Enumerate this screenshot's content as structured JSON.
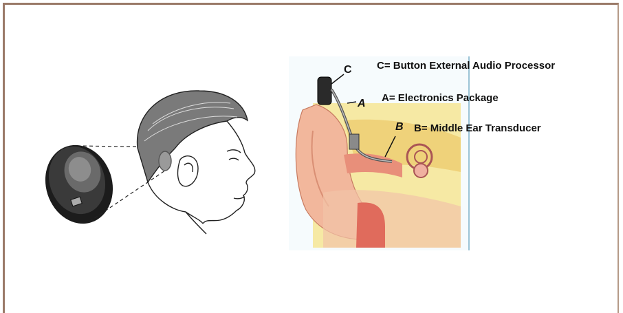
{
  "labels": {
    "c_letter": "C",
    "a_letter": "A",
    "b_letter": "B",
    "c_text": "C= Button External Audio Processor",
    "a_text": "A= Electronics Package",
    "b_text": "B= Middle Ear Transducer"
  },
  "colors": {
    "frame": "#9a7a68",
    "skin": "#f2c3a8",
    "ear_inner": "#e88f7a",
    "bone": "#f4e39a",
    "device": "#2a2a2a"
  }
}
